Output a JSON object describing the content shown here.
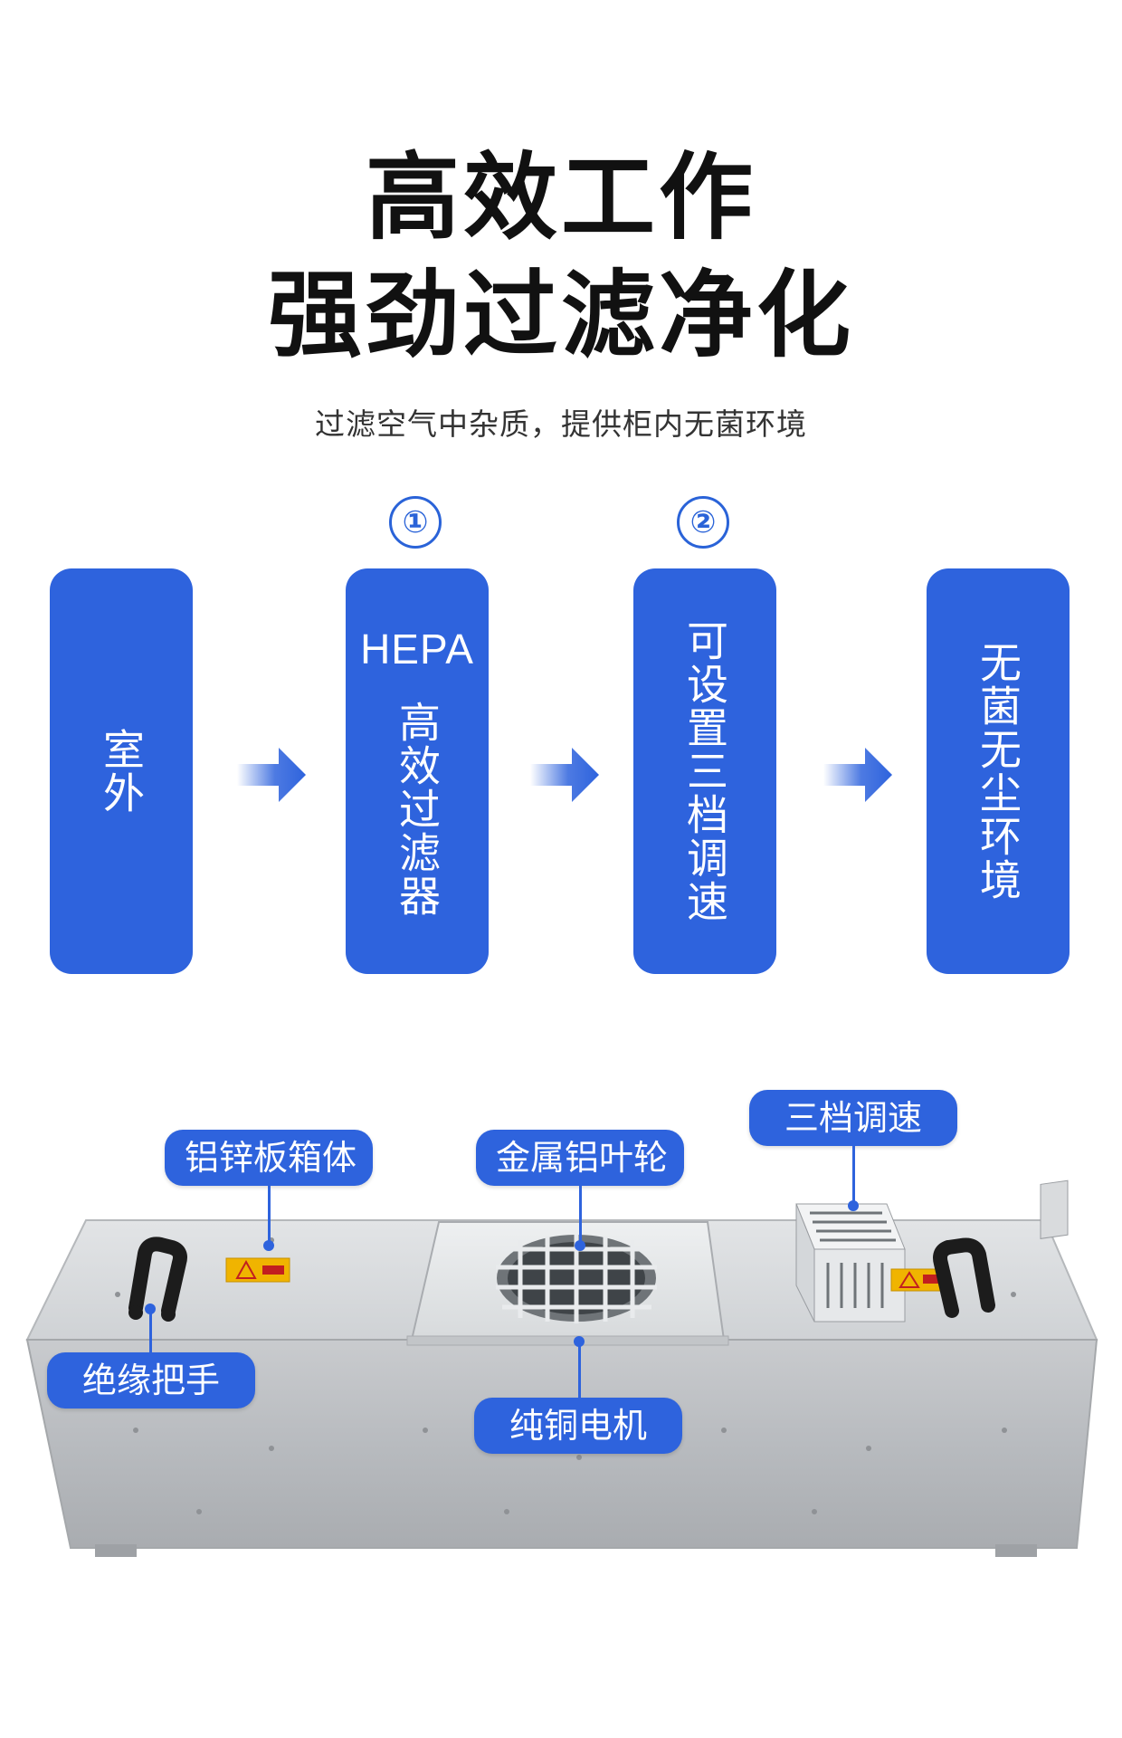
{
  "header": {
    "title_line1": "高效工作",
    "title_line2": "强劲过滤净化",
    "subtitle": "过滤空气中杂质，提供柜内无菌环境"
  },
  "flow": {
    "step_numbers": [
      "①",
      "②"
    ],
    "boxes": [
      {
        "text": "室外"
      },
      {
        "prefix": "HEPA",
        "text": "高效过滤器"
      },
      {
        "text": "可设置三档调速"
      },
      {
        "text": "无菌无尘环境"
      }
    ]
  },
  "device_labels": {
    "housing": "铝锌板箱体",
    "impeller": "金属铝叶轮",
    "speed": "三档调速",
    "handle": "绝缘把手",
    "motor": "纯铜电机"
  },
  "colors": {
    "accent": "#2e63dd",
    "title": "#111111"
  },
  "icons": [
    "arrow-right-icon",
    "warning-icon",
    "grille-icon",
    "controller-icon",
    "handle-icon"
  ]
}
